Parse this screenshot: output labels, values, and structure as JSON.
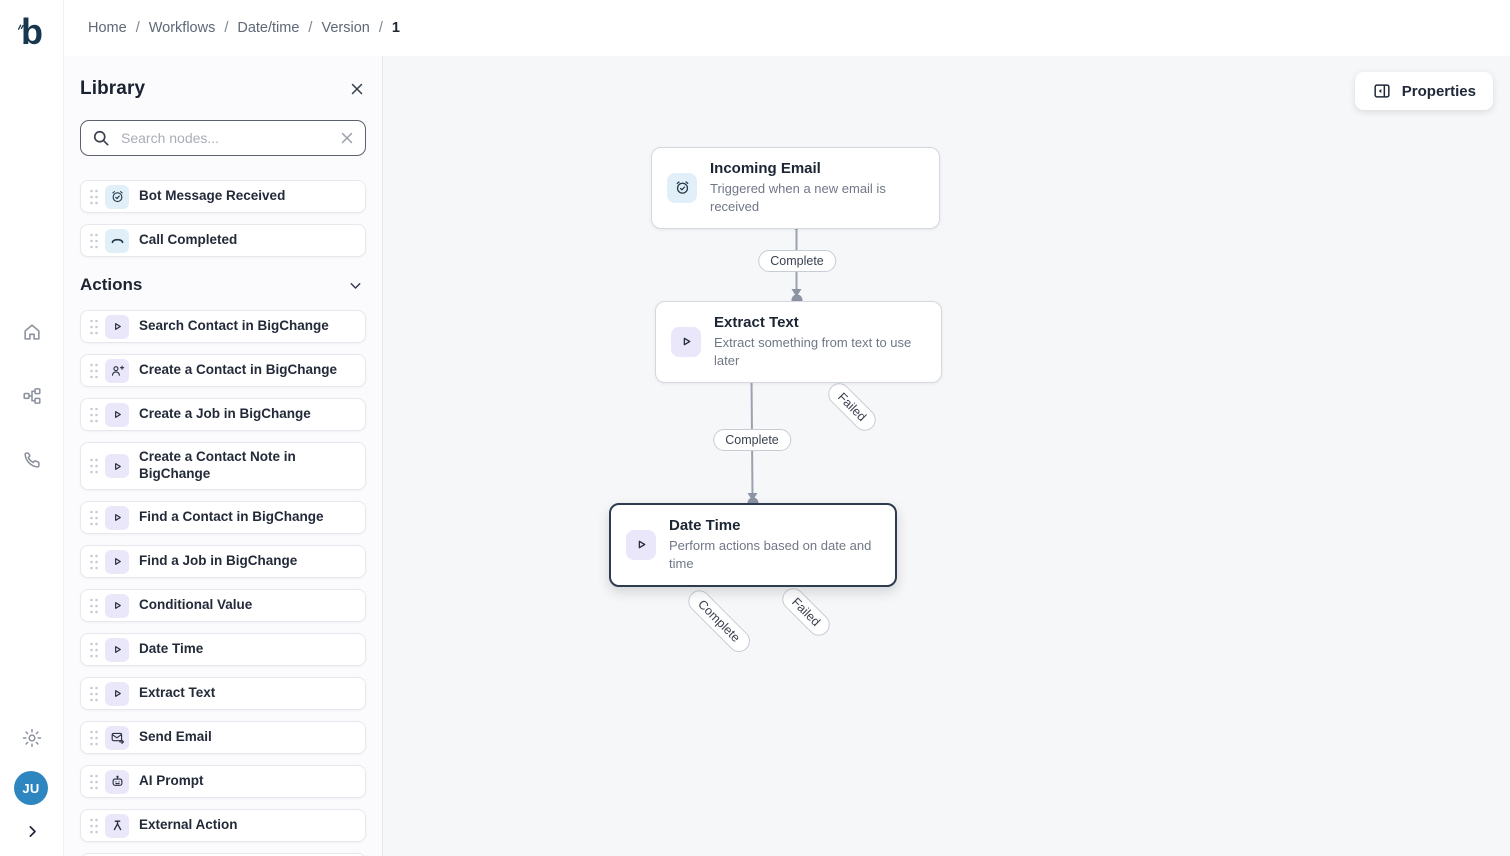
{
  "topbar": {
    "breadcrumb": [
      "Home",
      "Workflows",
      "Date/time",
      "Version",
      "1"
    ],
    "separator": "/"
  },
  "rail": {
    "logo_letter": "b",
    "avatar_initials": "JU",
    "icons": [
      "home-icon",
      "sitemap-icon",
      "phone-icon",
      "gear-icon",
      "chevron-right-icon"
    ]
  },
  "library": {
    "title": "Library",
    "search": {
      "placeholder": "Search nodes..."
    },
    "trigger_items": [
      {
        "label": "Bot Message Received",
        "icon": "alarm-check-icon"
      },
      {
        "label": "Call Completed",
        "icon": "phone-down-icon"
      }
    ],
    "actions_section": {
      "label": "Actions",
      "chevron": "chevron-down-icon",
      "items": [
        {
          "label": "Search Contact in BigChange",
          "icon": "play-icon"
        },
        {
          "label": "Create a Contact in BigChange",
          "icon": "user-plus-icon"
        },
        {
          "label": "Create a Job in BigChange",
          "icon": "play-icon"
        },
        {
          "label": "Create a Contact Note in BigChange",
          "icon": "play-icon"
        },
        {
          "label": "Find a Contact in BigChange",
          "icon": "play-icon"
        },
        {
          "label": "Find a Job in BigChange",
          "icon": "play-icon"
        },
        {
          "label": "Conditional Value",
          "icon": "play-icon"
        },
        {
          "label": "Date Time",
          "icon": "play-icon"
        },
        {
          "label": "Extract Text",
          "icon": "play-icon"
        },
        {
          "label": "Send Email",
          "icon": "mail-send-icon"
        },
        {
          "label": "AI Prompt",
          "icon": "robot-icon"
        },
        {
          "label": "External Action",
          "icon": "branch-icon"
        }
      ]
    }
  },
  "canvas": {
    "properties_button": "Properties",
    "nodes": [
      {
        "title": "Incoming Email",
        "description": "Triggered when a new email is received",
        "icon": "alarm-check-icon",
        "kind": "trigger",
        "selected": false
      },
      {
        "title": "Extract Text",
        "description": "Extract something from text to use later",
        "icon": "play-icon",
        "kind": "action",
        "selected": false
      },
      {
        "title": "Date Time",
        "description": "Perform actions based on date and time",
        "icon": "play-icon",
        "kind": "action",
        "selected": true
      }
    ],
    "labels": {
      "complete": "Complete",
      "failed": "Failed"
    }
  },
  "colors": {
    "avatar_blue": "#2e86c1",
    "trigger_icon_bg": "#e1f0f8",
    "action_icon_bg": "#e9e7f9",
    "selected_node_border": "#2d3c4e",
    "edge_gray": "#9aa2b0",
    "canvas_bg": "#f6f7f8"
  }
}
